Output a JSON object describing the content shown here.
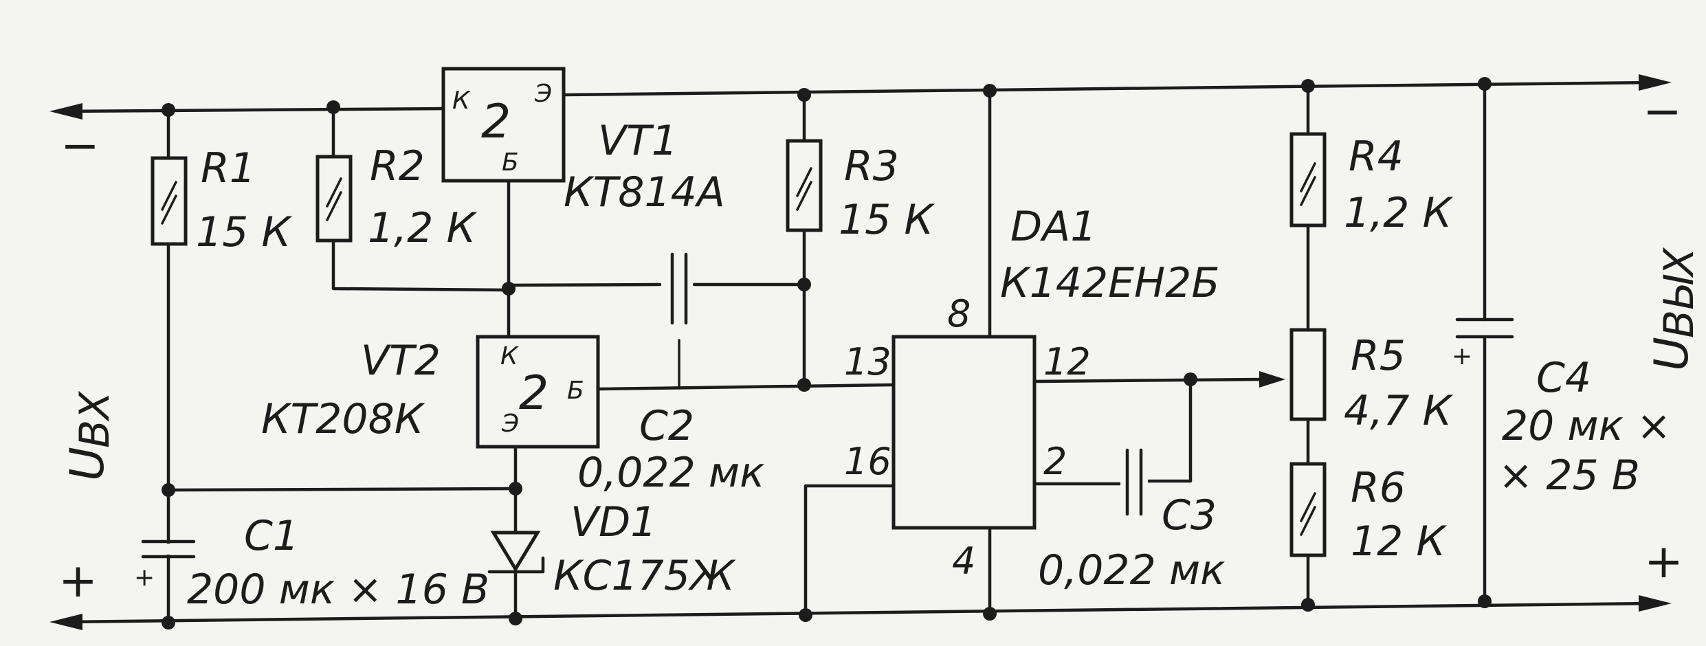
{
  "diagram": {
    "ports": {
      "input_neg": "−",
      "input_pos": "+",
      "output_neg": "−",
      "output_pos": "+",
      "u_in": "U",
      "u_in_sub": "ВХ",
      "u_out": "U",
      "u_out_sub": "ВЫХ"
    },
    "resistors": {
      "r1": {
        "name": "R1",
        "value": "15 К"
      },
      "r2": {
        "name": "R2",
        "value": "1,2 К"
      },
      "r3": {
        "name": "R3",
        "value": "15 К"
      },
      "r4": {
        "name": "R4",
        "value": "1,2 К"
      },
      "r5": {
        "name": "R5",
        "value": "4,7 К"
      },
      "r6": {
        "name": "R6",
        "value": "12 К"
      }
    },
    "capacitors": {
      "c1": {
        "name": "C1",
        "value": "200 мк × 16 В",
        "polarity": "+"
      },
      "c2": {
        "name": "C2",
        "value": "0,022 мк"
      },
      "c3": {
        "name": "C3",
        "value": "0,022 мк"
      },
      "c4": {
        "name": "C4",
        "value_line1": "20 мк ×",
        "value_line2": "× 25 В",
        "polarity": "+"
      }
    },
    "transistors": {
      "vt1": {
        "name": "VT1",
        "type": "КТ814А",
        "code": "2",
        "k": "К",
        "b": "Б",
        "e": "Э"
      },
      "vt2": {
        "name": "VT2",
        "type": "КТ208К",
        "code": "2",
        "k": "К",
        "b": "Б",
        "e": "Э"
      }
    },
    "diode": {
      "name": "VD1",
      "type": "КС175Ж"
    },
    "ic": {
      "name": "DA1",
      "type": "К142ЕН2Б",
      "pins": {
        "p8": "8",
        "p13": "13",
        "p12": "12",
        "p16": "16",
        "p2": "2",
        "p4": "4"
      }
    }
  }
}
